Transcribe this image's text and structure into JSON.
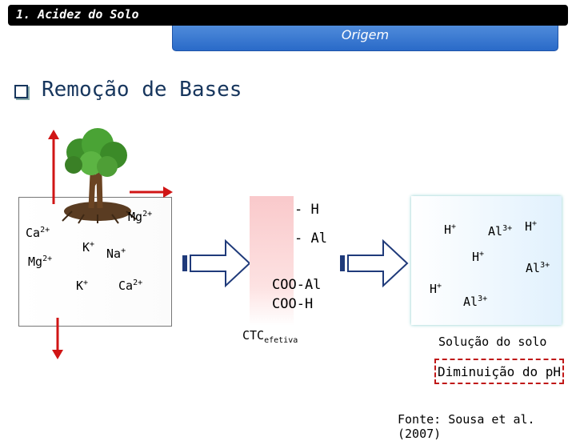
{
  "header": {
    "section_label": "1. Acidez do Solo",
    "origin_label": "Origem"
  },
  "bullet": {
    "text": "Remoção de Bases"
  },
  "soil": {
    "ions": {
      "ca_left": {
        "base": "Ca",
        "charge": "2+"
      },
      "mg_left": {
        "base": "Mg",
        "charge": "2+"
      },
      "k_mid": {
        "base": "K",
        "charge": "+"
      },
      "na": {
        "base": "Na",
        "charge": "+"
      },
      "mg_right": {
        "base": "Mg",
        "charge": "2+"
      },
      "k_low": {
        "base": "K",
        "charge": "+"
      },
      "ca_low": {
        "base": "Ca",
        "charge": "2+"
      }
    }
  },
  "ctc": {
    "labels": [
      "- H",
      "- Al",
      "COO-Al",
      "COO-H"
    ],
    "caption_base": "CTC",
    "caption_sub": "efetiva"
  },
  "solution": {
    "ions": {
      "h1": {
        "base": "H",
        "charge": "+"
      },
      "al1": {
        "base": "Al",
        "charge": "3+"
      },
      "h2": {
        "base": "H",
        "charge": "+"
      },
      "h3": {
        "base": "H",
        "charge": "+"
      },
      "al2": {
        "base": "Al",
        "charge": "3+"
      },
      "h4": {
        "base": "H",
        "charge": "+"
      },
      "al3": {
        "base": "Al",
        "charge": "3+"
      }
    },
    "caption": "Solução do solo"
  },
  "result": {
    "label": "Diminuição do pH"
  },
  "source": {
    "text": "Fonte: Sousa et al. (2007)"
  },
  "colors": {
    "arrow_red": "#d01515",
    "header_blue": "#2a6ac8",
    "ctc_pink": "#f9c9cb",
    "result_border": "#c01818"
  }
}
